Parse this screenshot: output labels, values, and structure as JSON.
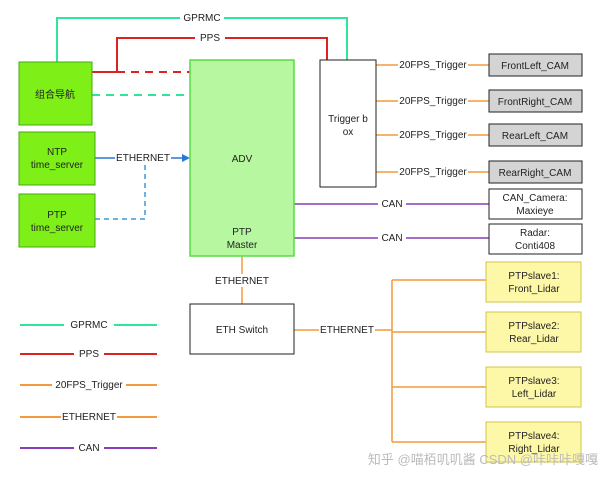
{
  "colors": {
    "gprmc": "#2ee59a",
    "pps": "#dd2222",
    "trigger": "#f39a3c",
    "ethernet": "#f39a3c",
    "can": "#8a3db8",
    "ethernet_dashed": "#3a9ad9",
    "ethernet_arrow": "#2a78d6",
    "green_fill": "#7ef017",
    "green_border": "#44a816",
    "green_box_fill": "#b6f7a0",
    "green_box_border": "#55dd44",
    "yellow_fill": "#fdf7a8",
    "yellow_border": "#d4c44a",
    "gray_fill": "#d4d4d4"
  },
  "nodes": {
    "nav": "组合导航",
    "ntp": [
      "NTP",
      "time_server"
    ],
    "ptp_server": [
      "PTP",
      "time_server"
    ],
    "adv": "ADV",
    "ptp_master": [
      "PTP",
      "Master"
    ],
    "trigger_box": [
      "Trigger b",
      "ox"
    ],
    "eth_switch": "ETH Switch",
    "cams": [
      "FrontLeft_CAM",
      "FrontRight_CAM",
      "RearLeft_CAM",
      "RearRight_CAM"
    ],
    "can_camera": [
      "CAN_Camera:",
      "Maxieye"
    ],
    "radar": [
      "Radar:",
      "Conti408"
    ],
    "slaves": [
      [
        "PTPslave1:",
        "Front_Lidar"
      ],
      [
        "PTPslave2:",
        "Rear_Lidar"
      ],
      [
        "PTPslave3:",
        "Left_Lidar"
      ],
      [
        "PTPslave4:",
        "Right_Lidar"
      ]
    ]
  },
  "labels": {
    "gprmc": "GPRMC",
    "pps": "PPS",
    "ethernet_ntp": "ETHERNET",
    "ethernet_adv": "ETHERNET",
    "ethernet_switch": "ETHERNET",
    "triggers": [
      "20FPS_Trigger",
      "20FPS_Trigger",
      "20FPS_Trigger",
      "20FPS_Trigger"
    ],
    "can_1": "CAN",
    "can_2": "CAN"
  },
  "legend": [
    {
      "label": "GPRMC",
      "color": "#2ee59a"
    },
    {
      "label": "PPS",
      "color": "#dd2222"
    },
    {
      "label": "20FPS_Trigger",
      "color": "#f39a3c"
    },
    {
      "label": "ETHERNET",
      "color": "#f39a3c"
    },
    {
      "label": "CAN",
      "color": "#8a3db8"
    }
  ],
  "watermark": "知乎 @喵栢叽叽酱 CSDN @咔咔咔嘎嘎"
}
